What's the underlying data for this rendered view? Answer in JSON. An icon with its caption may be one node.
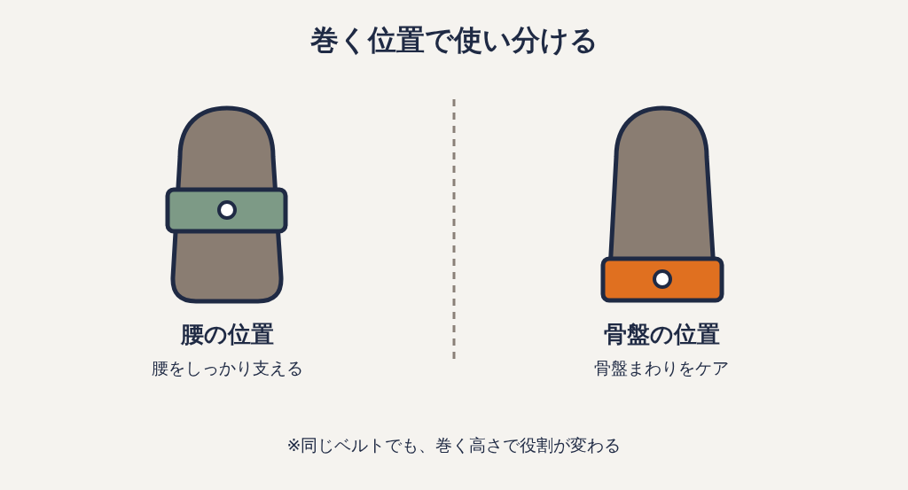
{
  "diagram": {
    "title": "巻く位置で使い分ける",
    "caption": "※同じベルトでも、巻く高さで役割が変わる",
    "labels": [
      "腰の位置",
      "腰をしっかり支える",
      "骨盤の位置",
      "骨盤まわりをケア"
    ]
  }
}
